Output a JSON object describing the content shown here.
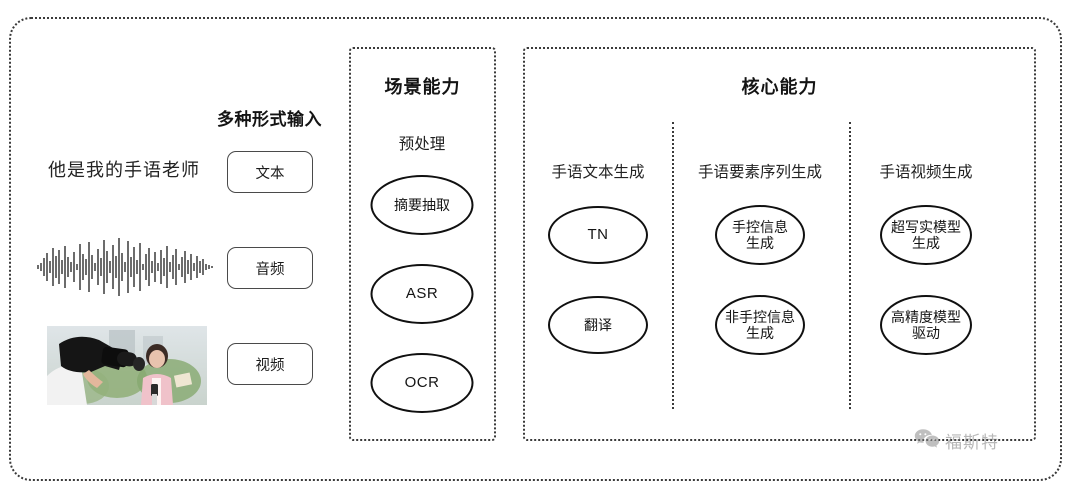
{
  "inputs": {
    "title": "多种形式输入",
    "sample_sentence": "他是我的手语老师",
    "modalities": [
      {
        "label": "文本",
        "icon": "text-icon"
      },
      {
        "label": "音频",
        "icon": "waveform-icon"
      },
      {
        "label": "视频",
        "icon": "video-thumbnail-icon"
      }
    ]
  },
  "scene_panel": {
    "title": "场景能力",
    "column_head": "预处理",
    "nodes": [
      "摘要抽取",
      "ASR",
      "OCR"
    ]
  },
  "core_panel": {
    "title": "核心能力",
    "columns": [
      {
        "head": "手语文本生成",
        "nodes": [
          "TN",
          "翻译"
        ]
      },
      {
        "head": "手语要素序列生成",
        "nodes": [
          "手控信息\n生成",
          "非手控信息\n生成"
        ]
      },
      {
        "head": "手语视频生成",
        "nodes": [
          "超写实模型\n生成",
          "高精度模型\n驱动"
        ]
      }
    ]
  },
  "watermark": {
    "icon": "wechat-icon",
    "text": "福斯特"
  },
  "colors": {
    "frame": "#3a3a3a",
    "node_stroke": "#101010",
    "text": "#141414",
    "button_stroke": "#4a4a4a",
    "watermark": "#7d7d7d"
  }
}
